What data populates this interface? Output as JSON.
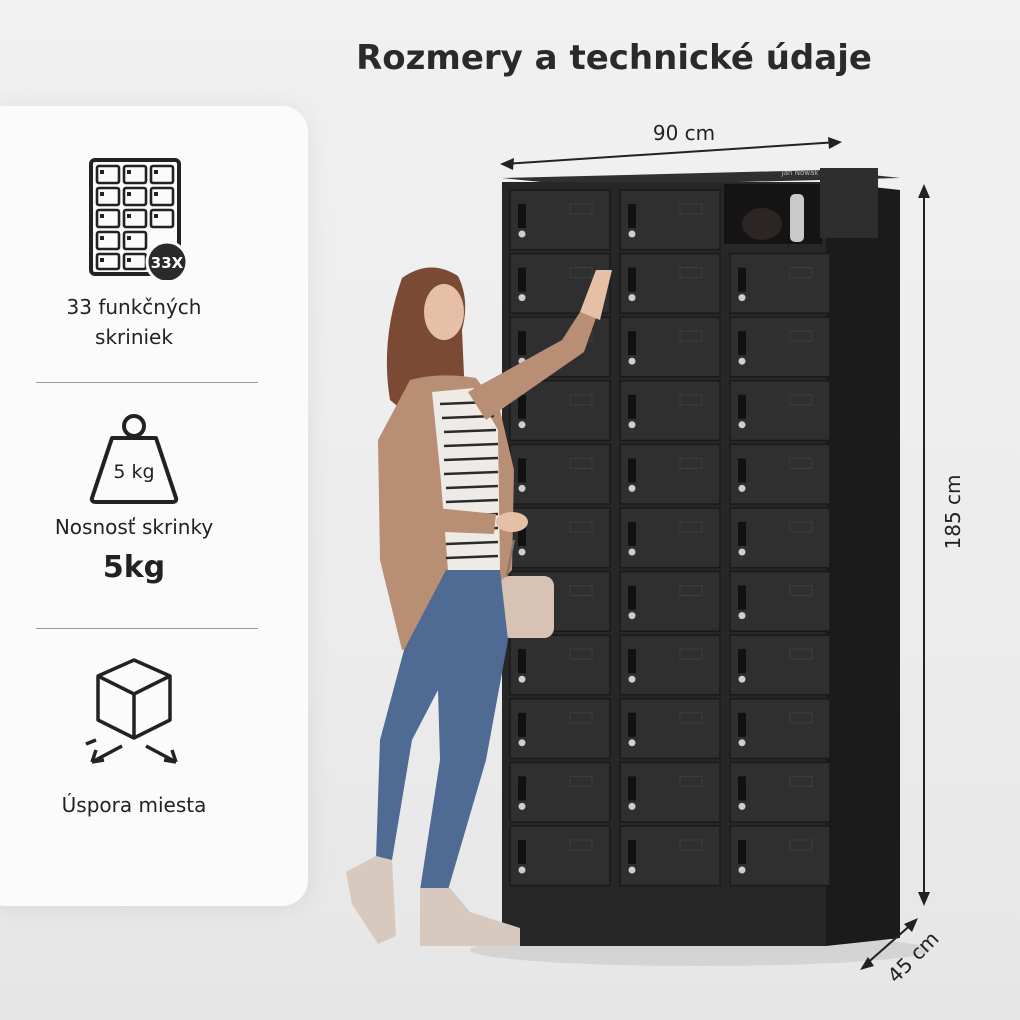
{
  "title": "Rozmery a technické údaje",
  "features": [
    {
      "icon": "locker-grid-icon",
      "badge": "33X",
      "label_line1": "33 funkčných",
      "label_line2": "skriniek"
    },
    {
      "icon": "weight-icon",
      "icon_text": "5 kg",
      "label": "Nosnosť skrinky",
      "value": "5kg"
    },
    {
      "icon": "box-arrows-icon",
      "label": "Úspora miesta"
    }
  ],
  "dimensions": {
    "width": "90 cm",
    "height": "185 cm",
    "depth": "45 cm"
  },
  "product": {
    "brand_label": "Jan Nowak",
    "columns": 3,
    "rows": 11
  },
  "colors": {
    "cabinet": "#262626",
    "panel": "#fbfbfb",
    "accent_dark": "#222222"
  }
}
